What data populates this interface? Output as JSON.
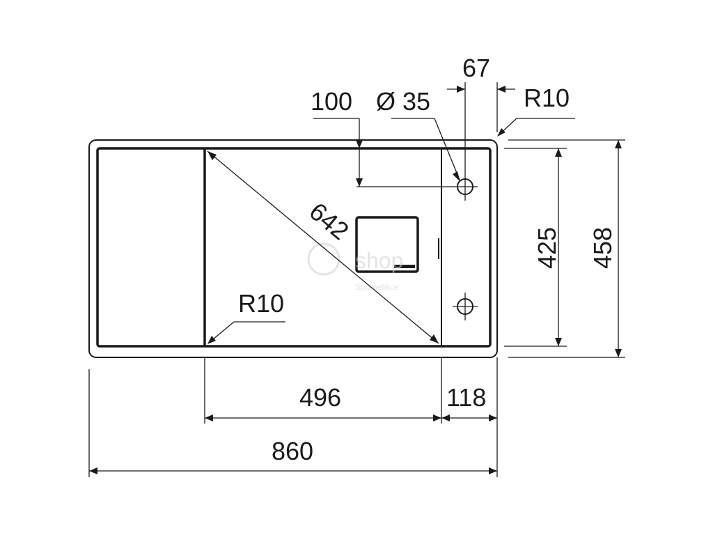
{
  "drawing": {
    "dimensions": {
      "depth_100": "100",
      "hole_diameter": "Ø 35",
      "offset_67": "67",
      "radius_corner_top": "R10",
      "diagonal_642": "642",
      "radius_bowl": "R10",
      "height_425": "425",
      "height_458": "458",
      "bowl_width_496": "496",
      "right_width_118": "118",
      "total_width_860": "860"
    },
    "watermark": {
      "brand": "shop",
      "tagline": "Spomeblice"
    },
    "line_color": "#1a1a1a"
  }
}
